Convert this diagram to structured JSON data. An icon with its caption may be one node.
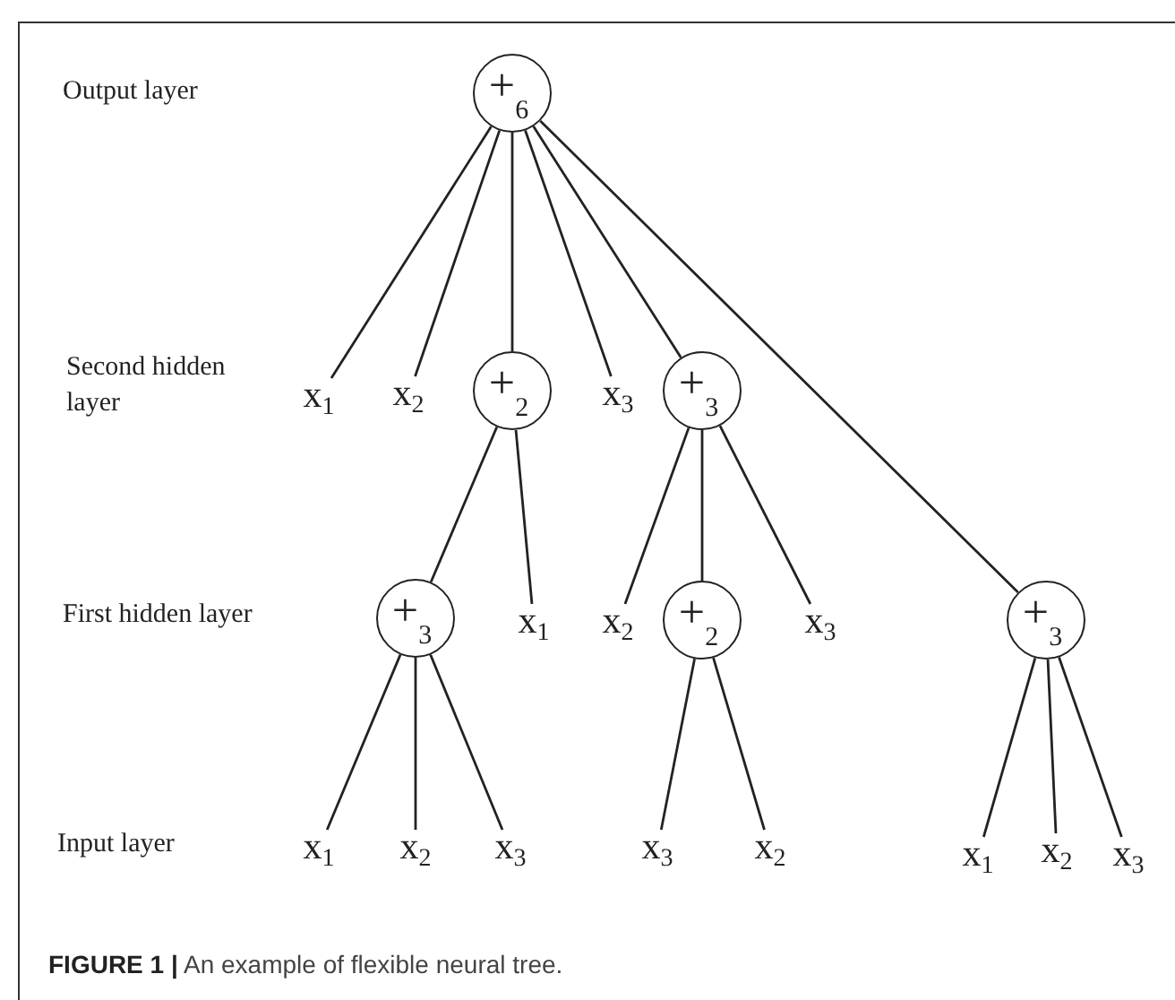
{
  "diagram": {
    "caption": "**FIGURE 1 |** An example of flexible neural tree.",
    "nodes": [
      {
        "text": [
          "+$_{6}$"
        ]
      },
      {
        "text": [
          "x$_{1}$"
        ]
      },
      {
        "text": [
          "x$_{2}$"
        ]
      },
      {
        "text": [
          "+$_{2}$"
        ]
      },
      {
        "text": [
          "x$_{3}$"
        ]
      },
      {
        "text": [
          "+$_{3}$"
        ]
      },
      {
        "text": [
          "+$_{3}$"
        ]
      },
      {
        "text": [
          "x$_{1}$"
        ]
      },
      {
        "text": [
          "x$_{2}$"
        ]
      },
      {
        "text": [
          "+$_{2}$"
        ]
      },
      {
        "text": [
          "x$_{3}$"
        ]
      },
      {
        "text": [
          "+$_{3}$"
        ]
      },
      {
        "text": [
          "x$_{1}$"
        ]
      },
      {
        "text": [
          "x$_{2}$"
        ]
      },
      {
        "text": [
          "x$_{3}$"
        ]
      },
      {
        "text": [
          "x$_{3}$"
        ]
      },
      {
        "text": [
          "x$_{2}$"
        ]
      },
      {
        "text": [
          "x$_{1}$"
        ]
      },
      {
        "text": [
          "x$_{2}$"
        ]
      },
      {
        "text": [
          "x$_{3}$"
        ]
      }
    ],
    "edges": [
      {
        "from": 0,
        "to": 1,
        "arrow": "none"
      },
      {
        "from": 0,
        "to": 2,
        "arrow": "none"
      },
      {
        "from": 0,
        "to": 3,
        "arrow": "none"
      },
      {
        "from": 0,
        "to": 4,
        "arrow": "none"
      },
      {
        "from": 0,
        "to": 5,
        "arrow": "none"
      },
      {
        "from": 0,
        "to": 11,
        "arrow": "none"
      },
      {
        "from": 3,
        "to": 6,
        "arrow": "none"
      },
      {
        "from": 3,
        "to": 7,
        "arrow": "none"
      },
      {
        "from": 5,
        "to": 8,
        "arrow": "none"
      },
      {
        "from": 5,
        "to": 9,
        "arrow": "none"
      },
      {
        "from": 5,
        "to": 10,
        "arrow": "none"
      },
      {
        "from": 6,
        "to": 12,
        "arrow": "none"
      },
      {
        "from": 6,
        "to": 13,
        "arrow": "none"
      },
      {
        "from": 6,
        "to": 14,
        "arrow": "none"
      },
      {
        "from": 9,
        "to": 15,
        "arrow": "none"
      },
      {
        "from": 9,
        "to": 16,
        "arrow": "none"
      },
      {
        "from": 11,
        "to": 17,
        "arrow": "none"
      },
      {
        "from": 11,
        "to": 18,
        "arrow": "none"
      },
      {
        "from": 11,
        "to": 19,
        "arrow": "none"
      }
    ],
    "labels": [
      "Output layer",
      "Second hidden layer",
      "First hidden layer",
      "Input layer"
    ]
  }
}
